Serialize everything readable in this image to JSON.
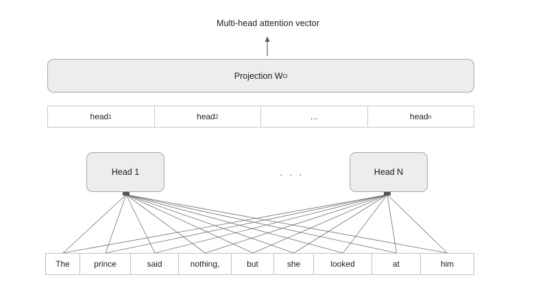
{
  "diagram": {
    "title": "Multi-head attention vector",
    "arrow_icon": "up-arrow-icon",
    "projection": {
      "label_base": "Projection W",
      "label_superscript": "O"
    },
    "head_tokens": [
      {
        "base": "head",
        "sub": "1"
      },
      {
        "base": "head",
        "sub": "2"
      },
      {
        "base": "…",
        "sub": ""
      },
      {
        "base": "head",
        "sub": "n"
      }
    ],
    "heads": [
      {
        "label": "Head 1"
      },
      {
        "label": "Head N"
      }
    ],
    "heads_ellipsis": ". . .",
    "words": [
      "The",
      "prince",
      "said",
      "nothing,",
      "but",
      "she",
      "looked",
      "at",
      "him"
    ],
    "colors": {
      "box_fill": "#ededed",
      "box_border": "#a6a6a6",
      "cell_border": "#c0c0c0",
      "line": "#6e6e6e",
      "text": "#1a1a1a",
      "background": "#ffffff"
    }
  }
}
